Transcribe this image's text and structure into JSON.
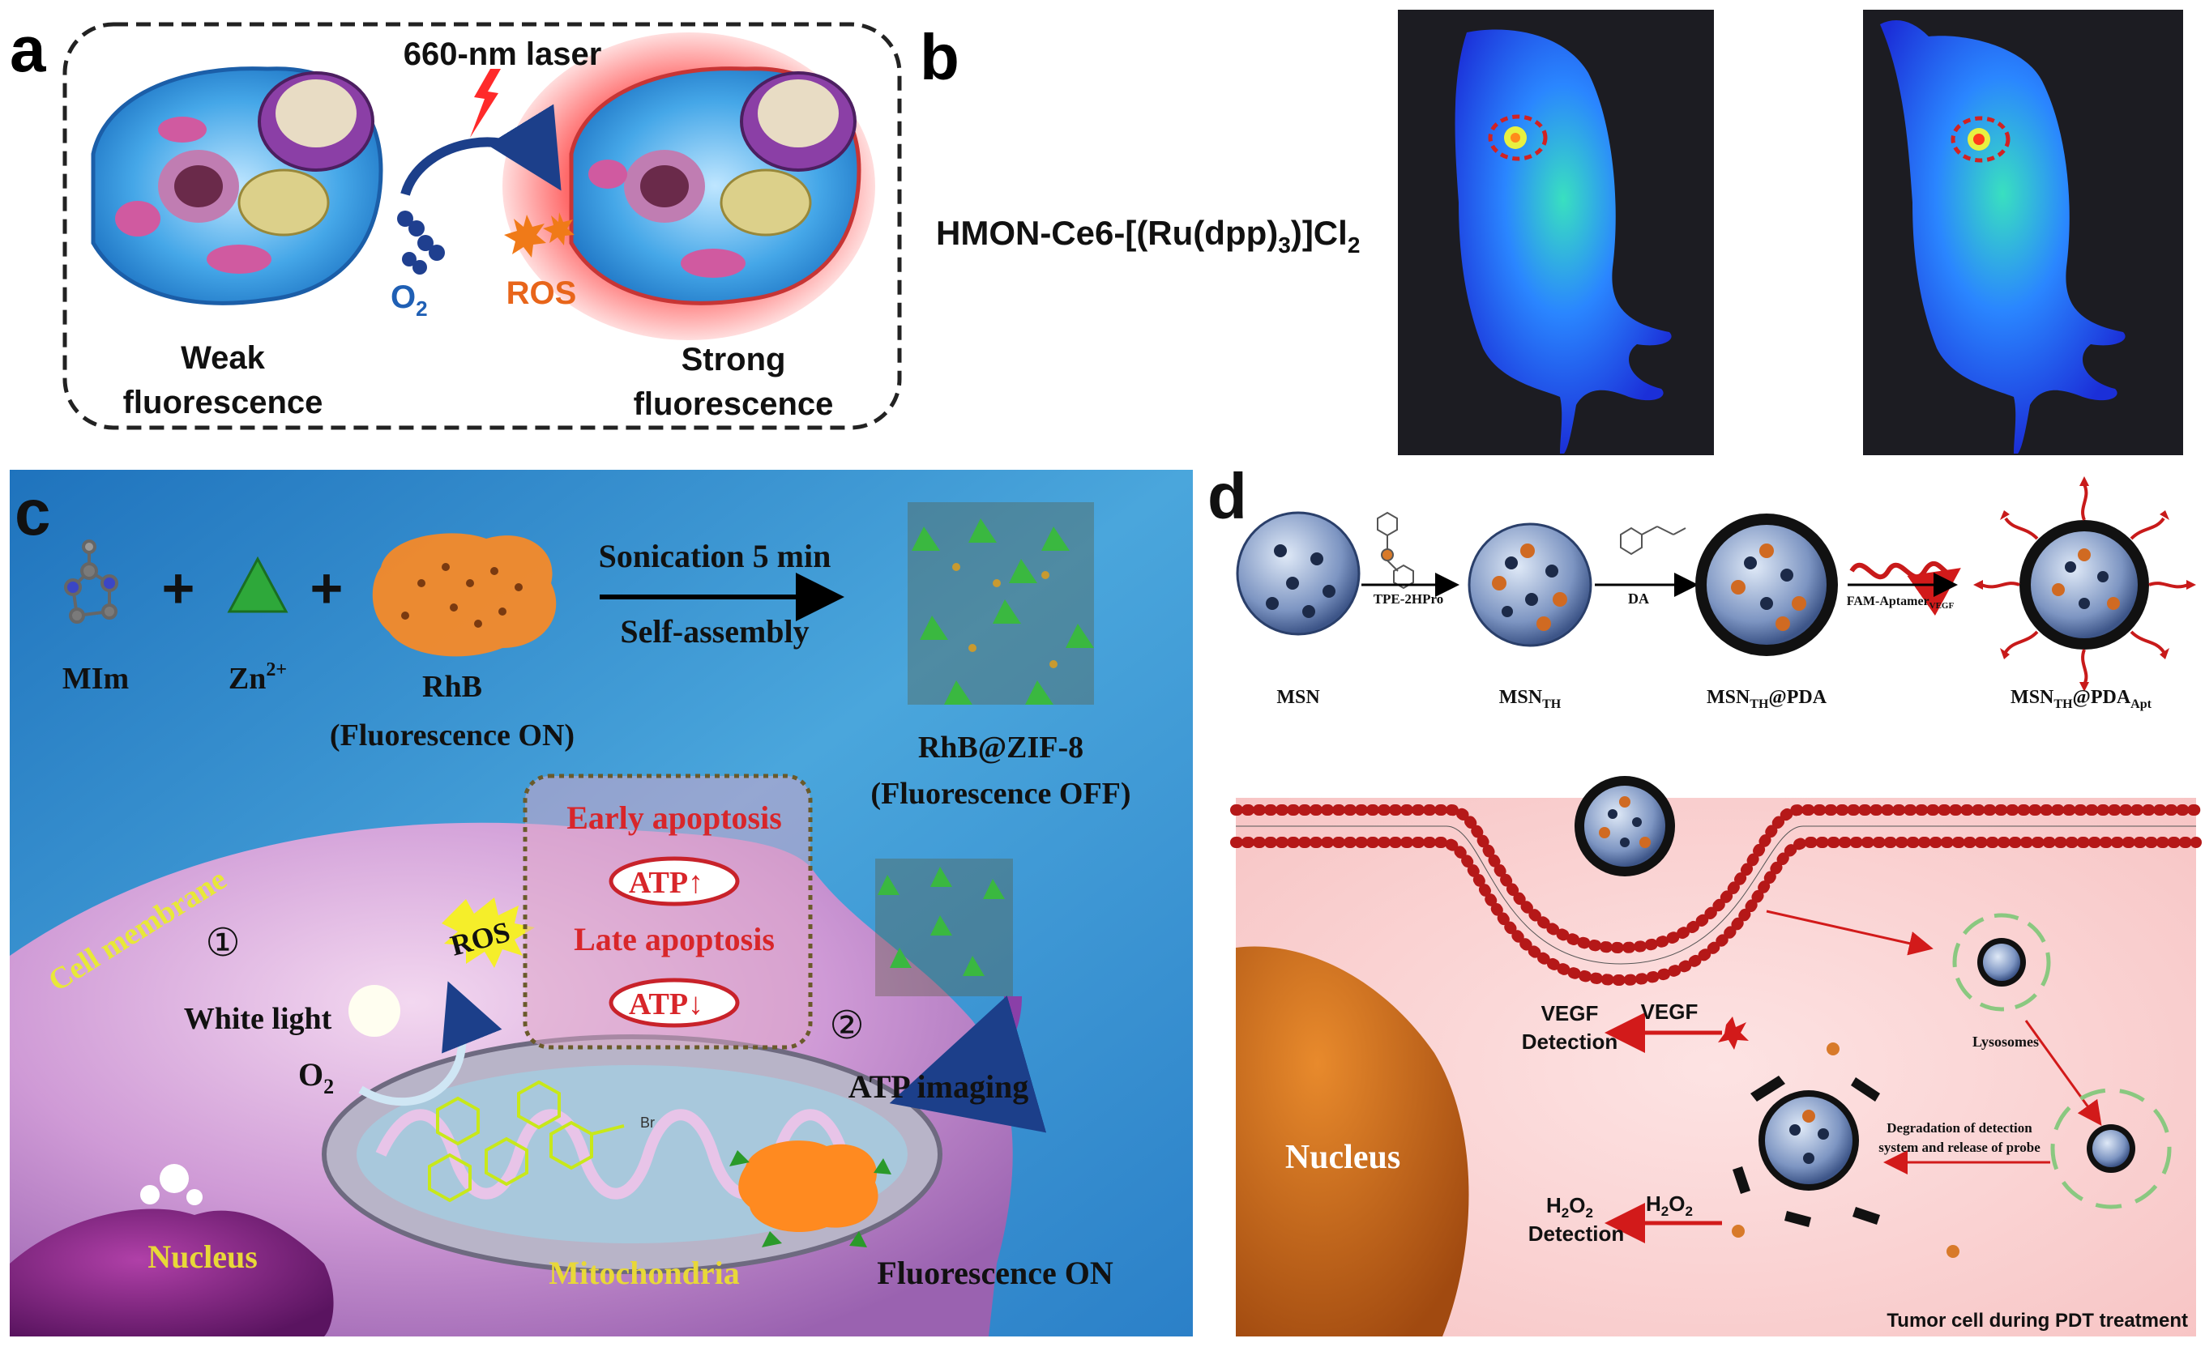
{
  "panel_a": {
    "label": "a",
    "laser": "660-nm laser",
    "o2": "O",
    "o2_sub": "2",
    "ros": "ROS",
    "weak_line1": "Weak",
    "weak_line2": "fluorescence",
    "strong_line1": "Strong",
    "strong_line2": "fluorescence"
  },
  "panel_b": {
    "label": "b",
    "compound_pre": "HMON-Ce6-[(Ru(dpp)",
    "compound_sub1": "3",
    "compound_mid": ")]Cl",
    "compound_sub2": "2"
  },
  "panel_c": {
    "label": "c",
    "mim": "MIm",
    "zn": "Zn",
    "zn_sup": "2+",
    "rhb": "RhB",
    "rhb_state": "(Fluorescence ON)",
    "sonication": "Sonication 5 min",
    "self_assembly": "Self-assembly",
    "product": "RhB@ZIF-8",
    "product_state": "(Fluorescence OFF)",
    "cell_membrane": "Cell membrane",
    "step1": "①",
    "step2": "②",
    "ros": "ROS",
    "white_light": "White light",
    "o2": "O",
    "o2_sub": "2",
    "early": "Early apoptosis",
    "late": "Late apoptosis",
    "atp": "ATP",
    "atp_up": "↑",
    "atp_down": "↓",
    "atp_imaging": "ATP imaging",
    "nucleus": "Nucleus",
    "mitochondria": "Mitochondria",
    "fluor_on": "Fluorescence ON",
    "br": "Br"
  },
  "panel_d": {
    "label": "d",
    "msn": "MSN",
    "msn_th": "MSN",
    "th_sub": "TH",
    "msn_th_pda": "MSN",
    "pda_suffix": "@PDA",
    "apt_sub": "Apt",
    "tpe": "TPE-2HPro",
    "da": "DA",
    "fam": "FAM-Aptamer",
    "vegf_sub": "VEGF",
    "vegf": "VEGF",
    "vegf_detection_1": "VEGF",
    "vegf_detection_2": "Detection",
    "h2o2_h": "H",
    "h2o2_2": "2",
    "h2o2_o": "O",
    "h2o2_detection": "Detection",
    "lysosomes": "Lysosomes",
    "degradation_1": "Degradation of detection",
    "degradation_2": "system and release of probe",
    "nucleus": "Nucleus",
    "tumor_cell": "Tumor cell during PDT treatment"
  }
}
